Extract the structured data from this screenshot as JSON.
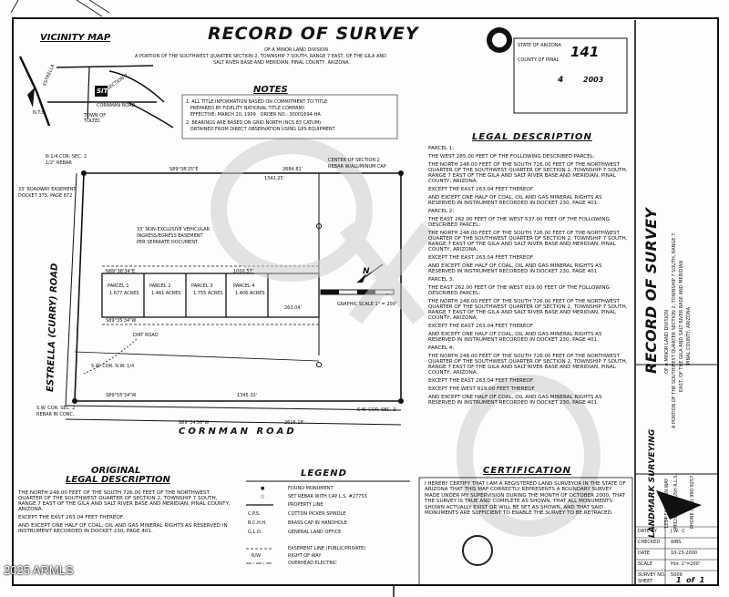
{
  "title": "RECORD OF SURVEY",
  "subtitle_lines": [
    "OF A MINOR LAND DIVISION",
    "A PORTION OF THE SOUTHWEST QUARTER SECTION 2, TOWNSHIP 7 SOUTH, RANGE 7 EAST, OF THE GILA AND",
    "SALT RIVER BASE AND MERIDIAN, PINAL COUNTY, ARIZONA."
  ],
  "vicinity": {
    "title": "VICINITY MAP",
    "labels": [
      "SITE",
      "ESTRELLA",
      "CORNMAN ROAD",
      "TOWN OF",
      "TOLTEC",
      "SECTION 2",
      "N.T.S."
    ]
  },
  "notes": {
    "title": "NOTES",
    "items": [
      "1. ALL TITLE INFORMATION BASED ON COMMITMENT TO TITLE",
      "   PREPARED BY FIDELITY NATIONAL TITLE COMPANY.",
      "   EFFECTIVE: MARCH 20, 1999   ORDER NO.: 30001694-HA",
      "2. BEARINGS ARE BASED ON GRID NORTH (NCS 83 CATUM)",
      "   OBTAINED FROM DIRECT OBSERVATION USING GPS EQUIPMENT"
    ]
  },
  "recorder": {
    "lines": [
      "STATE OF ARIZONA",
      "COUNTY OF PINAL",
      "4",
      "2003"
    ],
    "mark": "141"
  },
  "plat": {
    "road_west": "ESTRELLA (CURRY) ROAD",
    "road_south": "CORNMAN ROAD",
    "parcels": [
      "PARCEL 1",
      "PARCEL 2",
      "PARCEL 3",
      "PARCEL 4"
    ],
    "acres": [
      "1.677 ACRES",
      "1.461 ACRES",
      "1.755 ACRES",
      "1.406 ACRES"
    ],
    "labels": {
      "nw_corner": "N 1/4 COR. SEC. 2",
      "nw_rebar": "1/2\" REBAR",
      "center": "CENTER OF SECTION 2",
      "center2": "REBAR W/ALUMINUM CAP",
      "easement1": "33' ROADWAY EASEMENT",
      "easement1b": "DOCKET 375, PAGE 872",
      "easement2": "33' NON-EXCLUSIVE VEHICULAR",
      "easement2b": "INGRESS/EGRESS EASEMENT",
      "easement2c": "PER SEPARATE DOCUMENT.",
      "dirt_road": "DIRT ROAD",
      "sw_label": "S.W. COR. N.W. 1/4",
      "sw_label2": "S.W. COR. SEC. 2",
      "sw_label3": "REBAR IN CONC.",
      "se_label": "S.W. COR. SEC. 2",
      "scale": "GRAPHIC SCALE 1\" = 200'",
      "north": "N"
    },
    "bearings": [
      "S89°38'25\"E",
      "N89°38'34\"E",
      "S89°35'34\"W",
      "S89°55'34\"W",
      "S89°34'56\"W",
      "2684.81'",
      "1342.25'",
      "1345.32'",
      "2616.18'",
      "1000.57'",
      "263.04'"
    ]
  },
  "legal": {
    "title": "LEGAL DESCRIPTION",
    "paragraphs": [
      "PARCEL 1:",
      "THE WEST 285.00 FEET OF THE FOLLOWING DESCRIBED PARCEL:",
      "THE NORTH 248.00 FEET OF THE SOUTH 726.00 FEET OF THE NORTHWEST QUARTER OF THE SOUTHWEST QUARTER OF SECTION 2, TOWNSHIP 7 SOUTH, RANGE 7 EAST OF THE GILA AND SALT RIVER BASE AND MERIDIAN, PINAL COUNTY, ARIZONA.",
      "EXCEPT THE EAST 263.04 FEET THEREOF.",
      "AND EXCEPT ONE HALF OF COAL, OIL AND GAS MINERAL RIGHTS AS RESERVED IN INSTRUMENT RECORDED IN DOCKET 230, PAGE 401.",
      "PARCEL 2:",
      "THE EAST 262.00 FEET OF THE WEST 537.00 FEET OF THE FOLLOWING DESCRIBED PARCEL:",
      "THE NORTH 248.00 FEET OF THE SOUTH 726.00 FEET OF THE NORTHWEST QUARTER OF THE SOUTHWEST QUARTER OF SECTION 2, TOWNSHIP 7 SOUTH, RANGE 7 EAST OF THE GILA AND SALT RIVER BASE AND MERIDIAN, PINAL COUNTY, ARIZONA.",
      "EXCEPT THE EAST 263.04 FEET THEREOF.",
      "AND EXCEPT ONE HALF OF COAL, OIL AND GAS MINERAL RIGHTS AS RESERVED IN INSTRUMENT RECORDED IN DOCKET 230, PAGE 401.",
      "PARCEL 3:",
      "THE EAST 262.00 FEET OF THE WEST 819.00 FEET OF THE FOLLOWING DESCRIBED PARCEL:",
      "THE NORTH 248.00 FEET OF THE SOUTH 726.00 FEET OF THE NORTHWEST QUARTER OF THE SOUTHWEST QUARTER OF SECTION 2, TOWNSHIP 7 SOUTH, RANGE 7 EAST OF THE GILA AND SALT RIVER BASE AND MERIDIAN, PINAL COUNTY, ARIZONA.",
      "EXCEPT THE EAST 263.04 FEET THEREOF.",
      "AND EXCEPT ONE HALF OF COAL, OIL AND GAS MINERAL RIGHTS AS RESERVED IN INSTRUMENT RECORDED IN DOCKET 230, PAGE 401.",
      "PARCEL 4:",
      "THE NORTH 248.00 FEET OF THE SOUTH 726.00 FEET OF THE NORTHWEST QUARTER OF THE SOUTHWEST QUARTER OF SECTION 2, TOWNSHIP 7 SOUTH, RANGE 7 EAST OF THE GILA AND SALT RIVER BASE AND MERIDIAN, PINAL COUNTY, ARIZONA.",
      "EXCEPT THE EAST 263.04 FEET THEREOF.",
      "EXCEPT THE WEST 819.00 FEET THEREOF.",
      "AND EXCEPT ONE HALF OF COAL, OIL AND GAS MINERAL RIGHTS AS RESERVED IN INSTRUMENT RECORDED IN DOCKET 230, PAGE 401."
    ]
  },
  "original_legal": {
    "title_line1": "ORIGINAL",
    "title_line2": "LEGAL DESCRIPTION",
    "paragraphs": [
      "THE NORTH 248.00 FEET OF THE SOUTH 726.00 FEET OF THE NORTHWEST QUARTER OF THE SOUTHWEST QUARTER OF SECTION 2, TOWNSHIP 7 SOUTH, RANGE 7 EAST OF THE GILA AND SALT RIVER BASE AND MERIDIAN, PINAL COUNTY, ARIZONA.",
      "EXCEPT THE EAST 263.04 FEET THEREOF.",
      "AND EXCEPT ONE HALF OF COAL, OIL AND GAS MINERAL RIGHTS AS RESERVED IN INSTRUMENT RECORDED IN DOCKET 230, PAGE 401."
    ]
  },
  "legend": {
    "title": "LEGEND",
    "items": [
      {
        "sym": "●",
        "label": "FOUND MONUMENT"
      },
      {
        "sym": "○",
        "label": "SET REBAR WITH CAP L.S. #27753"
      },
      {
        "sym": "",
        "label": "PROPERTY LINE"
      },
      {
        "sym": "C.P.S.",
        "label": "COTTON PICKER SPINDLE"
      },
      {
        "sym": "B.C.H.H.",
        "label": "BRASS CAP IN HANDHOLE"
      },
      {
        "sym": "G.L.O.",
        "label": "GENERAL LAND OFFICE"
      },
      {
        "sym": "",
        "label": "EASEMENT LINE (PUBLIC/PRIVATE)"
      },
      {
        "sym": "R/W",
        "label": "RIGHT OF WAY"
      },
      {
        "sym": "",
        "label": "OVERHEAD ELECTRIC"
      }
    ]
  },
  "certification": {
    "title": "CERTIFICATION",
    "text": "I HEREBY CERTIFY THAT I AM A REGISTERED LAND SURVEYOR IN THE STATE OF ARIZONA THAT THIS MAP CORRECTLY REPRESENTS A BOUNDARY SURVEY MADE UNDER MY SUPERVISION DURING THE MONTH OF OCTOBER 2000, THAT THE SURVEY IS TRUE AND COMPLETE AS SHOWN, THAT ALL MONUMENTS SHOWN ACTUALLY EXIST OR WILL BE SET AS SHOWN, AND THAT SAID MONUMENTS ARE SUFFICIENT TO ENABLE THE SURVEY TO BE RETRACED."
  },
  "title_block": {
    "title": "RECORD OF SURVEY",
    "sub": "OF A MINOR LAND DIVISION",
    "sub2": "A PORTION OF THE SOUTHWEST QUARTER SECTION 2, TOWNSHIP 7 SOUTH, RANGE 7",
    "sub3": "EAST, OF THE GILA AND SALT RIVER BASE AND MERIDIAN",
    "sub4": "PINAL COUNTY, ARIZONA",
    "company": "LANDMARK SURVEYING",
    "company2": "1234 EAST GRAN WAY",
    "company3": "MICHAEL SKOUSH R.L.S.",
    "phone": "PHONE (480) 990-9257",
    "rows": [
      {
        "k": "DATE BY",
        "v": "J.W.  C"
      },
      {
        "k": "CHECKED",
        "v": "WBS"
      },
      {
        "k": "DATE",
        "v": "10-23-2000"
      },
      {
        "k": "SCALE",
        "v": "Hor. 1\"=200'"
      },
      {
        "k": "SURVEY NO.",
        "v": "5009"
      },
      {
        "k": "SHEET",
        "v": "1  of  1"
      }
    ]
  },
  "watermark": "2025 ARMLS"
}
